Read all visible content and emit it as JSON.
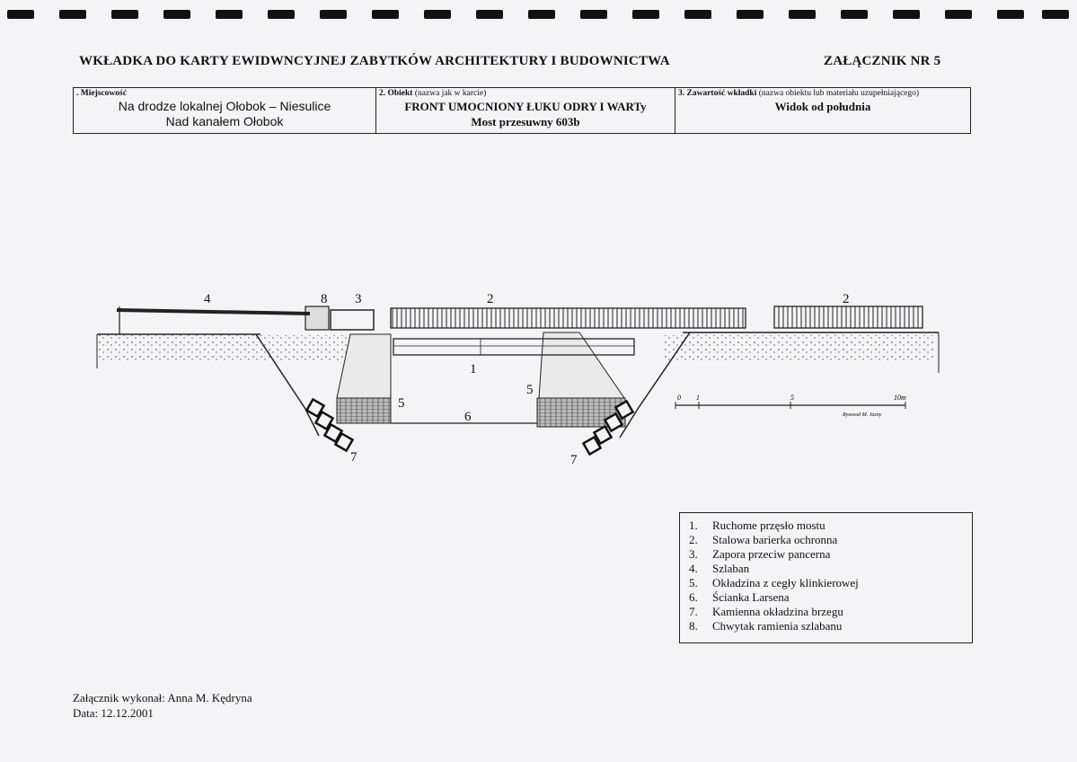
{
  "header": {
    "title": "WKŁADKA DO KARTY EWIDWNCYJNEJ ZABYTKÓW ARCHITEKTURY I BUDOWNICTWA",
    "attachment": "ZAŁĄCZNIK NR 5"
  },
  "fields": {
    "location": {
      "label": ". Miejscowość",
      "value_line1": "Na drodze lokalnej Ołobok – Niesulice",
      "value_line2": "Nad kanałem Ołobok"
    },
    "object": {
      "label_bold": "2. Obiekt",
      "label_note": "(nazwa jak w karcie)",
      "value_line1": "FRONT UMOCNIONY ŁUKU ODRY I WARTy",
      "value_line2": "Most przesuwny 603b"
    },
    "contents": {
      "label_bold": "3. Zawartość wkładki",
      "label_note": "(nazwa obiektu lub materiału uzupełniającego)",
      "value": "Widok od południa"
    }
  },
  "drawing": {
    "callouts": [
      "1",
      "2",
      "3",
      "4",
      "5",
      "6",
      "7",
      "8"
    ],
    "scale_labels": [
      "0",
      "1",
      "5",
      "10m"
    ],
    "drafter_note": "Rysował M. Jazny"
  },
  "legend": [
    {
      "n": "1.",
      "text": "Ruchome przęsło mostu"
    },
    {
      "n": "2.",
      "text": "Stalowa barierka ochronna"
    },
    {
      "n": "3.",
      "text": "Zapora przeciw pancerna"
    },
    {
      "n": "4.",
      "text": "Szlaban"
    },
    {
      "n": "5.",
      "text": "Okładzina z cegły klinkierowej"
    },
    {
      "n": "6.",
      "text": "Ścianka Larsena"
    },
    {
      "n": "7.",
      "text": "Kamienna okładzina brzegu"
    },
    {
      "n": "8.",
      "text": "Chwytak ramienia szlabanu"
    }
  ],
  "footer": {
    "author": "Załącznik wykonał: Anna M. Kędryna",
    "date": "Data: 12.12.2001"
  }
}
